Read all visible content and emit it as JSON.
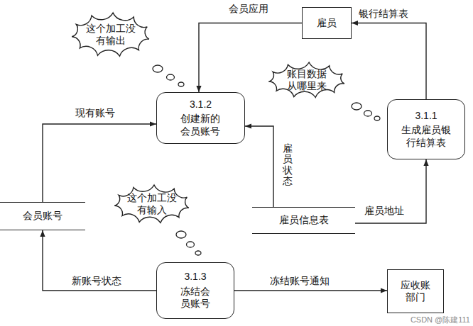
{
  "diagram": {
    "nodes": [
      {
        "text": [
          "这个加工没有输出"
        ]
      },
      {
        "text": [
          "雇员"
        ]
      },
      {
        "text": [
          "账目数据从哪里来"
        ]
      },
      {
        "text": [
          "3.1.2",
          "创建新的会员账号"
        ]
      },
      {
        "text": [
          "3.1.1",
          "生成雇员银行结算表"
        ]
      },
      {
        "text": [
          "这个加工没有输入"
        ]
      },
      {
        "text": [
          "会员账号"
        ]
      },
      {
        "text": [
          "雇员信息表"
        ]
      },
      {
        "text": [
          "3.1.3",
          "冻结会员账号"
        ]
      },
      {
        "text": [
          "应收账部门"
        ]
      }
    ],
    "edges": [
      {
        "from": 1,
        "to": 3,
        "arrow": "to",
        "label": "会员应用"
      },
      {
        "from": 4,
        "to": 1,
        "arrow": "to",
        "label": "银行结算表"
      },
      {
        "from": 6,
        "to": 3,
        "arrow": "to",
        "label": "现有账号"
      },
      {
        "from": 7,
        "to": 3,
        "arrow": "to",
        "label": "雇员状态"
      },
      {
        "from": 7,
        "to": 4,
        "arrow": "to",
        "label": "雇员地址"
      },
      {
        "from": 8,
        "to": 6,
        "arrow": "to",
        "label": "新账号状态"
      },
      {
        "from": 8,
        "to": 9,
        "arrow": "to",
        "label": "冻结账号通知"
      }
    ],
    "labels": [
      "CSDN @陈建111"
    ]
  }
}
